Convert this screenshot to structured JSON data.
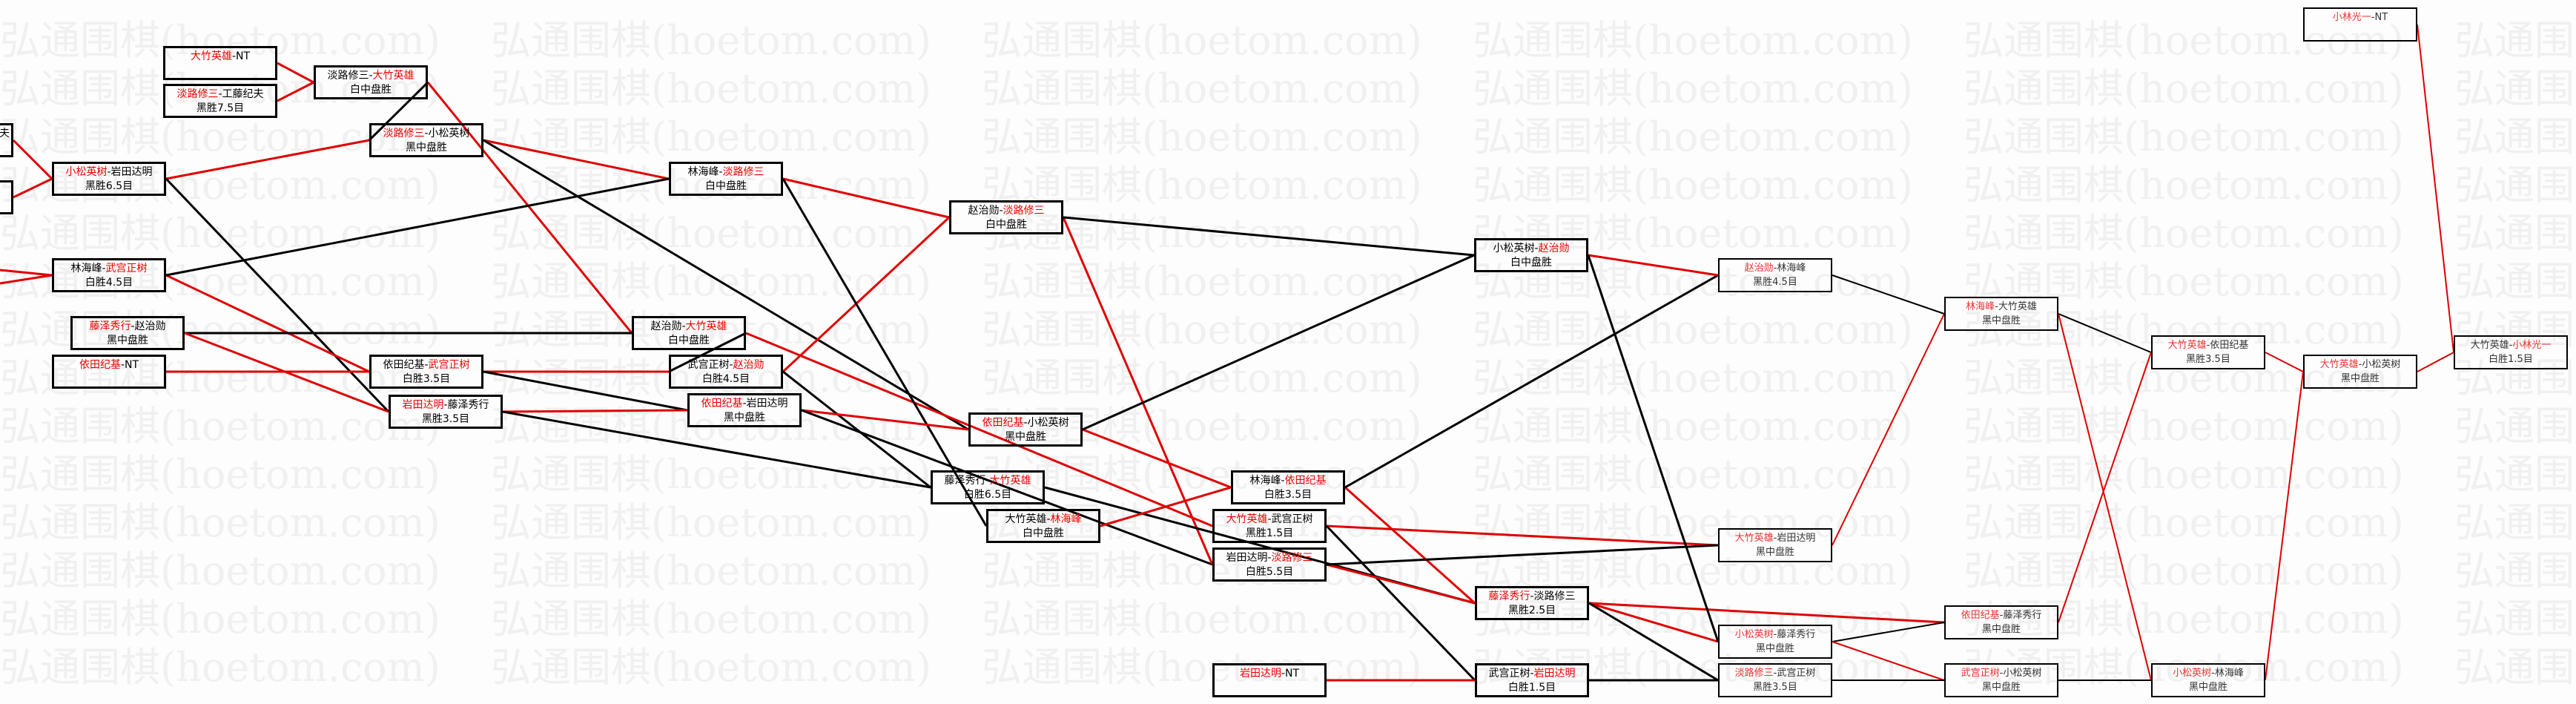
{
  "watermark": "弘通围棋(hoetom.com)",
  "colors": {
    "winner": "#e00000",
    "loser": "#000000",
    "watermark": "#f0f0f0"
  },
  "matches": [
    {
      "p1": "大竹英雄",
      "p2": "NT",
      "winner": "p1",
      "result": ""
    },
    {
      "p1": "淡路修三",
      "p2": "工藤纪夫",
      "winner": "p1",
      "result": "黑胜7.5目"
    },
    {
      "p1": "淡路修三",
      "p2": "大竹英雄",
      "winner": "p2",
      "result": "白中盘胜"
    },
    {
      "p1": "淡路修三",
      "p2": "小松英树",
      "winner": "p1",
      "result": "黑中盘胜"
    },
    {
      "p1": "小松英树",
      "p2": "岩田达明",
      "winner": "p1",
      "result": "黑胜6.5目"
    },
    {
      "p1": "工藤纪夫",
      "p2": "",
      "winner": "",
      "result": ""
    },
    {
      "p1": "",
      "p2": "",
      "winner": "",
      "result": ""
    },
    {
      "p1": "林海峰",
      "p2": "武宫正树",
      "winner": "p2",
      "result": "白胜4.5目"
    },
    {
      "p1": "藤泽秀行",
      "p2": "赵治勋",
      "winner": "p1",
      "result": "黑中盘胜"
    },
    {
      "p1": "依田纪基",
      "p2": "NT",
      "winner": "p1",
      "result": ""
    },
    {
      "p1": "林海峰",
      "p2": "淡路修三",
      "winner": "p2",
      "result": "白中盘胜"
    },
    {
      "p1": "赵治勋",
      "p2": "大竹英雄",
      "winner": "p2",
      "result": "白中盘胜"
    },
    {
      "p1": "武宫正树",
      "p2": "赵治勋",
      "winner": "p2",
      "result": "白胜4.5目"
    },
    {
      "p1": "依田纪基",
      "p2": "武宫正树",
      "winner": "p2",
      "result": "白胜3.5目"
    },
    {
      "p1": "岩田达明",
      "p2": "藤泽秀行",
      "winner": "p1",
      "result": "黑胜3.5目"
    },
    {
      "p1": "依田纪基",
      "p2": "岩田达明",
      "winner": "p1",
      "result": "黑中盘胜"
    },
    {
      "p1": "赵治勋",
      "p2": "淡路修三",
      "winner": "p2",
      "result": "白中盘胜"
    },
    {
      "p1": "依田纪基",
      "p2": "小松英树",
      "winner": "p1",
      "result": "黑中盘胜"
    },
    {
      "p1": "藤泽秀行",
      "p2": "大竹英雄",
      "winner": "p2",
      "result": "白胜6.5目"
    },
    {
      "p1": "大竹英雄",
      "p2": "林海峰",
      "winner": "p2",
      "result": "白中盘胜"
    },
    {
      "p1": "林海峰",
      "p2": "依田纪基",
      "winner": "p2",
      "result": "白胜3.5目"
    },
    {
      "p1": "大竹英雄",
      "p2": "武宫正树",
      "winner": "p1",
      "result": "黑胜1.5目"
    },
    {
      "p1": "岩田达明",
      "p2": "淡路修三",
      "winner": "p2",
      "result": "白胜5.5目"
    },
    {
      "p1": "藤泽秀行",
      "p2": "淡路修三",
      "winner": "p1",
      "result": "黑胜2.5目"
    },
    {
      "p1": "岩田达明",
      "p2": "NT",
      "winner": "p1",
      "result": ""
    },
    {
      "p1": "武宫正树",
      "p2": "岩田达明",
      "winner": "p2",
      "result": "白胜1.5目"
    },
    {
      "p1": "小松英树",
      "p2": "赵治勋",
      "winner": "p2",
      "result": "白中盘胜"
    },
    {
      "p1": "赵治勋",
      "p2": "林海峰",
      "winner": "p1",
      "result": "黑胜4.5目"
    },
    {
      "p1": "大竹英雄",
      "p2": "岩田达明",
      "winner": "p1",
      "result": "黑中盘胜"
    },
    {
      "p1": "小松英树",
      "p2": "藤泽秀行",
      "winner": "p1",
      "result": "黑中盘胜"
    },
    {
      "p1": "淡路修三",
      "p2": "武宫正树",
      "winner": "p1",
      "result": "黑胜3.5目"
    },
    {
      "p1": "林海峰",
      "p2": "大竹英雄",
      "winner": "p1",
      "result": "黑中盘胜"
    },
    {
      "p1": "依田纪基",
      "p2": "藤泽秀行",
      "winner": "p1",
      "result": "黑中盘胜"
    },
    {
      "p1": "武宫正树",
      "p2": "小松英树",
      "winner": "p1",
      "result": "黑中盘胜"
    },
    {
      "p1": "大竹英雄",
      "p2": "依田纪基",
      "winner": "p1",
      "result": "黑胜3.5目"
    },
    {
      "p1": "小松英树",
      "p2": "林海峰",
      "winner": "p1",
      "result": "黑中盘胜"
    },
    {
      "p1": "大竹英雄",
      "p2": "小松英树",
      "winner": "p1",
      "result": "黑中盘胜"
    },
    {
      "p1": "大竹英雄",
      "p2": "小林光一",
      "winner": "p2",
      "result": "白胜1.5目"
    },
    {
      "p1": "小林光一",
      "p2": "NT",
      "winner": "p1",
      "result": ""
    }
  ],
  "connections": [
    [
      0,
      2,
      "winner"
    ],
    [
      1,
      2,
      "winner"
    ],
    [
      5,
      4,
      "winner"
    ],
    [
      6,
      4,
      "winner"
    ],
    [
      4,
      3,
      "winner"
    ],
    [
      4,
      14,
      "loser"
    ],
    [
      2,
      11,
      "winner"
    ],
    [
      2,
      3,
      "loser"
    ],
    [
      3,
      10,
      "winner"
    ],
    [
      3,
      17,
      "loser"
    ],
    [
      7,
      13,
      "winner"
    ],
    [
      7,
      10,
      "loser"
    ],
    [
      8,
      11,
      "loser"
    ],
    [
      8,
      14,
      "winner"
    ],
    [
      9,
      13,
      "winner"
    ],
    [
      11,
      21,
      "winner"
    ],
    [
      11,
      12,
      "loser"
    ],
    [
      12,
      16,
      "winner"
    ],
    [
      12,
      18,
      "loser"
    ],
    [
      10,
      16,
      "winner"
    ],
    [
      10,
      19,
      "loser"
    ],
    [
      13,
      12,
      "winner"
    ],
    [
      13,
      15,
      "loser"
    ],
    [
      14,
      15,
      "winner"
    ],
    [
      14,
      18,
      "loser"
    ],
    [
      15,
      17,
      "winner"
    ],
    [
      15,
      22,
      "loser"
    ],
    [
      16,
      22,
      "winner"
    ],
    [
      16,
      26,
      "loser"
    ],
    [
      17,
      20,
      "winner"
    ],
    [
      17,
      26,
      "loser"
    ],
    [
      18,
      23,
      "loser"
    ],
    [
      19,
      20,
      "winner"
    ],
    [
      20,
      23,
      "winner"
    ],
    [
      20,
      27,
      "loser"
    ],
    [
      21,
      28,
      "winner"
    ],
    [
      21,
      25,
      "loser"
    ],
    [
      22,
      23,
      "winner"
    ],
    [
      22,
      28,
      "loser"
    ],
    [
      24,
      25,
      "winner"
    ],
    [
      23,
      29,
      "winner"
    ],
    [
      23,
      32,
      "winner"
    ],
    [
      23,
      30,
      "loser"
    ],
    [
      25,
      30,
      "loser"
    ],
    [
      26,
      27,
      "winner"
    ],
    [
      26,
      29,
      "loser"
    ],
    [
      27,
      31,
      "loser"
    ],
    [
      28,
      31,
      "winner"
    ],
    [
      29,
      32,
      "loser"
    ],
    [
      29,
      33,
      "winner"
    ],
    [
      30,
      33,
      "loser"
    ],
    [
      31,
      34,
      "loser"
    ],
    [
      31,
      35,
      "winner"
    ],
    [
      32,
      34,
      "winner"
    ],
    [
      33,
      35,
      "loser"
    ],
    [
      35,
      36,
      "winner"
    ],
    [
      34,
      36,
      "winner"
    ],
    [
      36,
      37,
      "winner"
    ],
    [
      38,
      37,
      "winner"
    ]
  ]
}
